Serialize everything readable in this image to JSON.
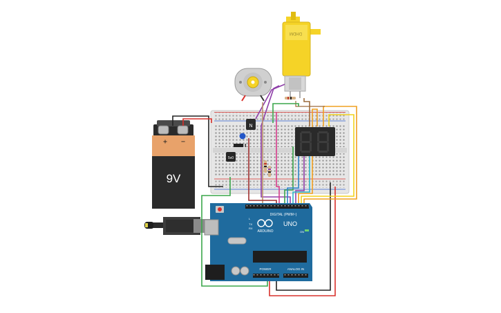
{
  "battery": {
    "voltage_label": "9V",
    "plus": "+",
    "minus": "−"
  },
  "motor": {
    "body_text": "DHDM"
  },
  "transistor": {
    "label": "N"
  },
  "regulator": {
    "label": "5v0"
  },
  "arduino": {
    "brand": "ARDUINO",
    "model": "UNO",
    "digital_label": "DIGITAL (PWM~)",
    "power_label": "POWER",
    "analog_label": "ANALOG IN",
    "tx_label": "TX",
    "rx_label": "RX",
    "on_label": "ON",
    "l_label": "L"
  },
  "display": {
    "digit_count": 2
  },
  "colors": {
    "breadboard": "#e8e8e8",
    "arduino_pcb": "#1f6b9e",
    "motor_yellow": "#f5d327",
    "battery_orange": "#e8a26a",
    "wire_red": "#d9302b",
    "wire_black": "#222222",
    "wire_green": "#3aa64a",
    "wire_orange": "#f0a020",
    "wire_yellow": "#f2d21b",
    "wire_purple": "#8e3ea8",
    "wire_brown": "#9c6a3c",
    "wire_blue": "#2f86c8",
    "wire_pink": "#d63c8c",
    "wire_cyan": "#2cb6c9"
  }
}
